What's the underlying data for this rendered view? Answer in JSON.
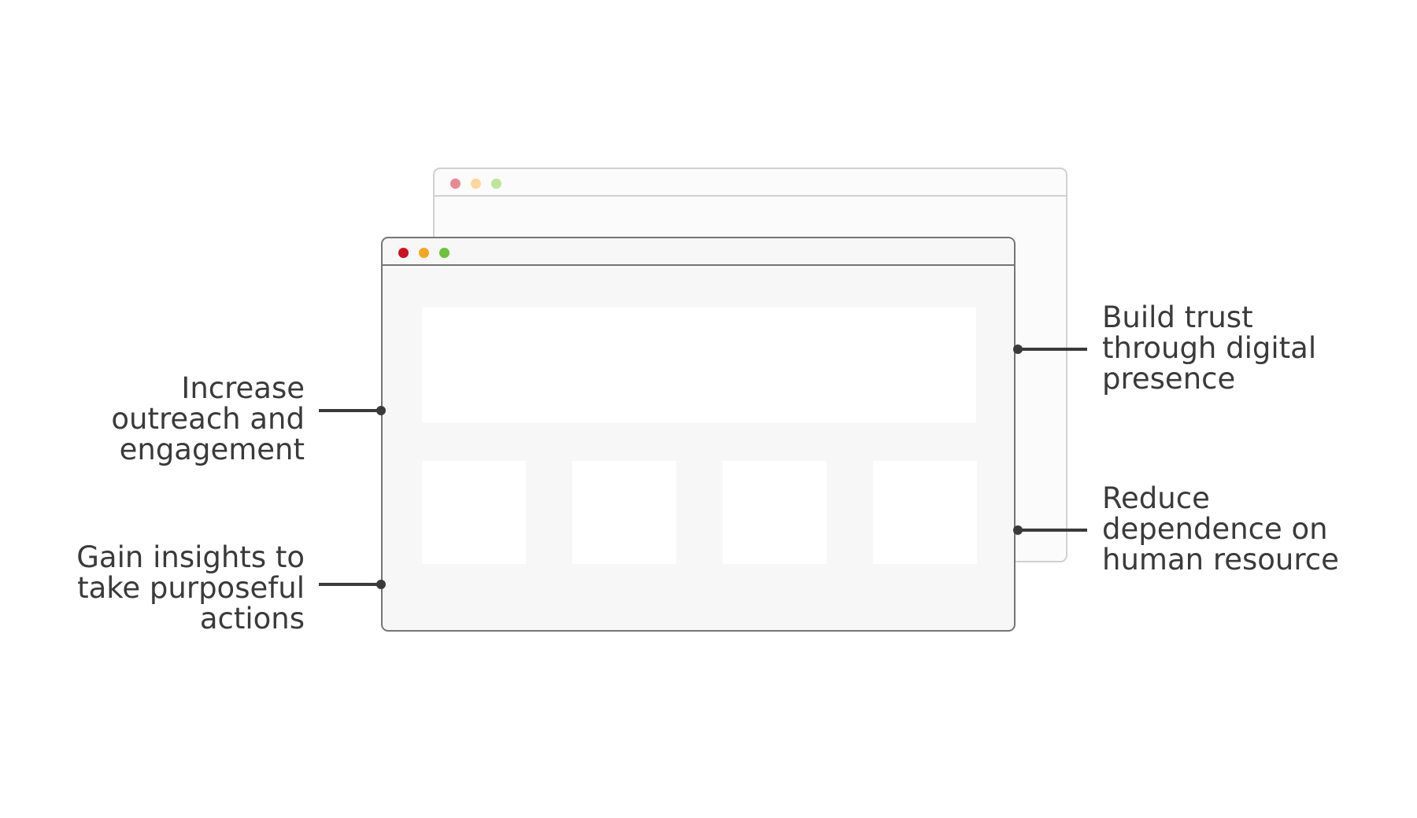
{
  "windows": {
    "back": {
      "dot_colors": [
        "#e88a92",
        "#fcd79a",
        "#bde69a"
      ]
    },
    "front": {
      "dot_colors": [
        "#cc1020",
        "#f5a623",
        "#6cc23a"
      ]
    }
  },
  "callouts": {
    "left_top": "Increase\noutreach and\nengagement",
    "left_bottom": "Gain insights to\ntake purposeful\nactions",
    "right_top": "Build trust\nthrough digital\npresence",
    "right_bottom": "Reduce\ndependence on\nhuman resource"
  },
  "colors": {
    "text": "#3a3a3a",
    "front_border": "#757575",
    "back_border": "#d0d0d0",
    "window_fill": "#f7f7f7",
    "block_fill": "#ffffff"
  }
}
